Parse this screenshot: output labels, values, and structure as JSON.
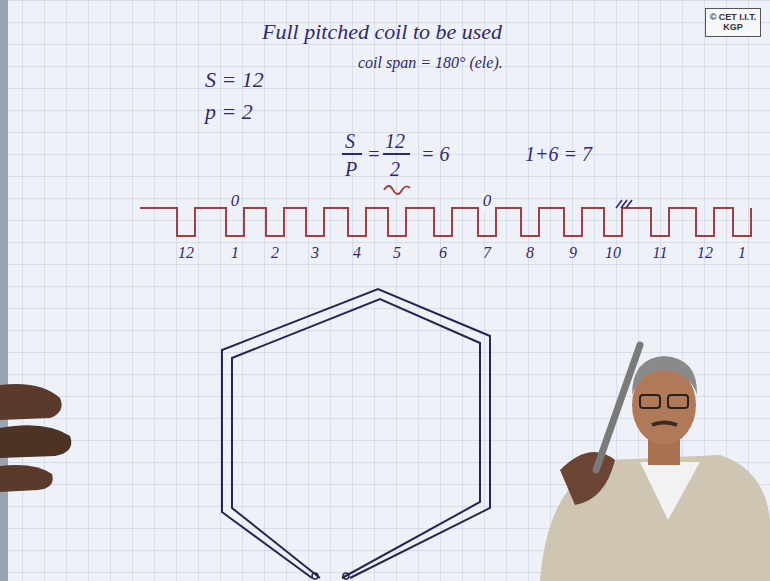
{
  "diagram": {
    "title": "Full pitched coil to be used",
    "nodes": [
      {
        "text": [
          "© CET I.I.T. KGP"
        ]
      }
    ],
    "labels": [
      "S = 12",
      "p = 2",
      "coil span = 180° (ele).",
      "S",
      "P",
      "=",
      "12",
      "2",
      "= 6",
      "1+6 = 7",
      "0",
      "0",
      "12",
      "1",
      "2",
      "3",
      "4",
      "5",
      "6",
      "7",
      "8",
      "9",
      "10",
      "11",
      "12",
      "1"
    ]
  }
}
